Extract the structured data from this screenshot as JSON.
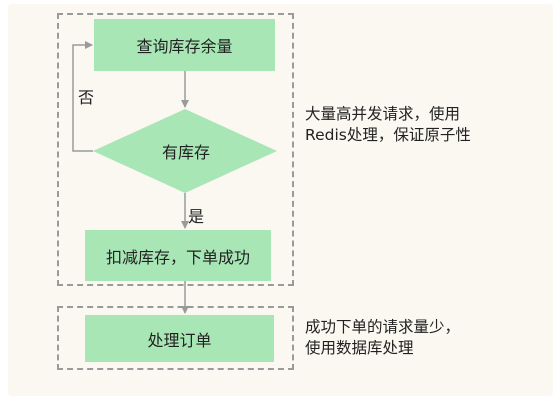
{
  "nodes": {
    "query_stock": "查询库存余量",
    "has_stock": "有库存",
    "deduct_stock": "扣减库存，下单成功",
    "process_order": "处理订单"
  },
  "edges": {
    "no": "否",
    "yes": "是"
  },
  "notes": {
    "redis_line1": "大量高并发请求，使用",
    "redis_line2": "Redis处理，保证原子性",
    "db_line1": "成功下单的请求量少，",
    "db_line2": "使用数据库处理"
  },
  "colors": {
    "node_fill": "#a8e6b6",
    "background": "#faf8f0",
    "dashed_border": "#9a9a9a",
    "arrow": "#9a9a9a"
  }
}
